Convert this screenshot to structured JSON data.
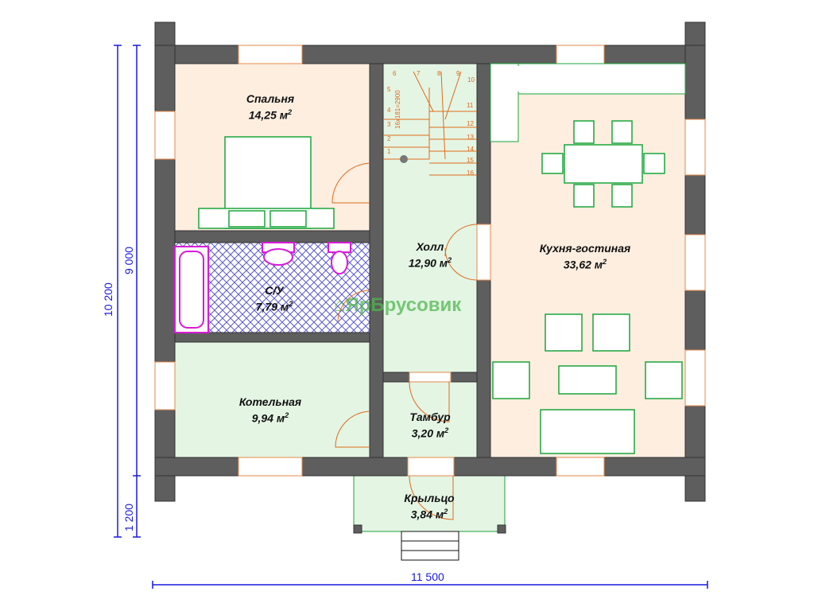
{
  "rooms": [
    {
      "name": "Спальня",
      "area": "14,25 м",
      "sup": "2"
    },
    {
      "name": "С/У",
      "area": "7,79 м",
      "sup": "2"
    },
    {
      "name": "Котельная",
      "area": "9,94 м",
      "sup": "2"
    },
    {
      "name": "Холл",
      "area": "12,90 м",
      "sup": "2"
    },
    {
      "name": "Тамбур",
      "area": "3,20 м",
      "sup": "2"
    },
    {
      "name": "Кухня-гостиная",
      "area": "33,62 м",
      "sup": "2"
    },
    {
      "name": "Крыльцо",
      "area": "3,84 м",
      "sup": "2"
    }
  ],
  "dimensions": {
    "total_height": "10 200",
    "house_height": "9 000",
    "porch_depth": "1 200",
    "width": "11 500"
  },
  "stair": {
    "label": "16x181=2900",
    "steps": [
      "1",
      "2",
      "3",
      "4",
      "5",
      "6",
      "7",
      "8",
      "9",
      "10",
      "11",
      "12",
      "13",
      "14",
      "15",
      "16"
    ]
  },
  "watermark": "ЯрБрусовик",
  "colors": {
    "wall": "#5e5e5e",
    "warm_room": "#fdeee0",
    "green_room": "#e4f5e4",
    "dimension": "#1a1adf",
    "furniture": "#1aa53a",
    "stair": "#e06a1a",
    "bath": "#d91ad9"
  }
}
